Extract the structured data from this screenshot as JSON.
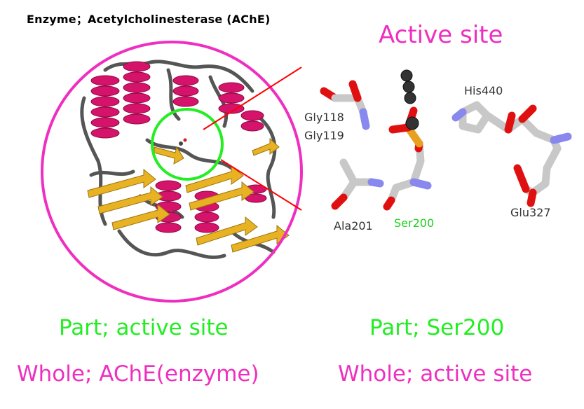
{
  "title": "Enzyme；Acetylcholinesterase (AChE)",
  "active_site_title": "Active site",
  "residues": {
    "gly118": "Gly118",
    "gly119": "Gly119",
    "his440": "His440",
    "ala201": "Ala201",
    "ser200": "Ser200",
    "glu327": "Glu327"
  },
  "captions": {
    "left_part": "Part; active site",
    "left_whole": "Whole; AChE(enzyme)",
    "right_part": "Part; Ser200",
    "right_whole": "Whole; active site"
  },
  "colors": {
    "pink": "#ee2fbf",
    "green": "#22ee22",
    "helix": "#d6136a",
    "sheet": "#e8b223",
    "coil": "#555555",
    "red": "#ff0000",
    "carbon": "#c8c8c8",
    "oxygen": "#e01010",
    "nitrogen": "#8888ee"
  }
}
